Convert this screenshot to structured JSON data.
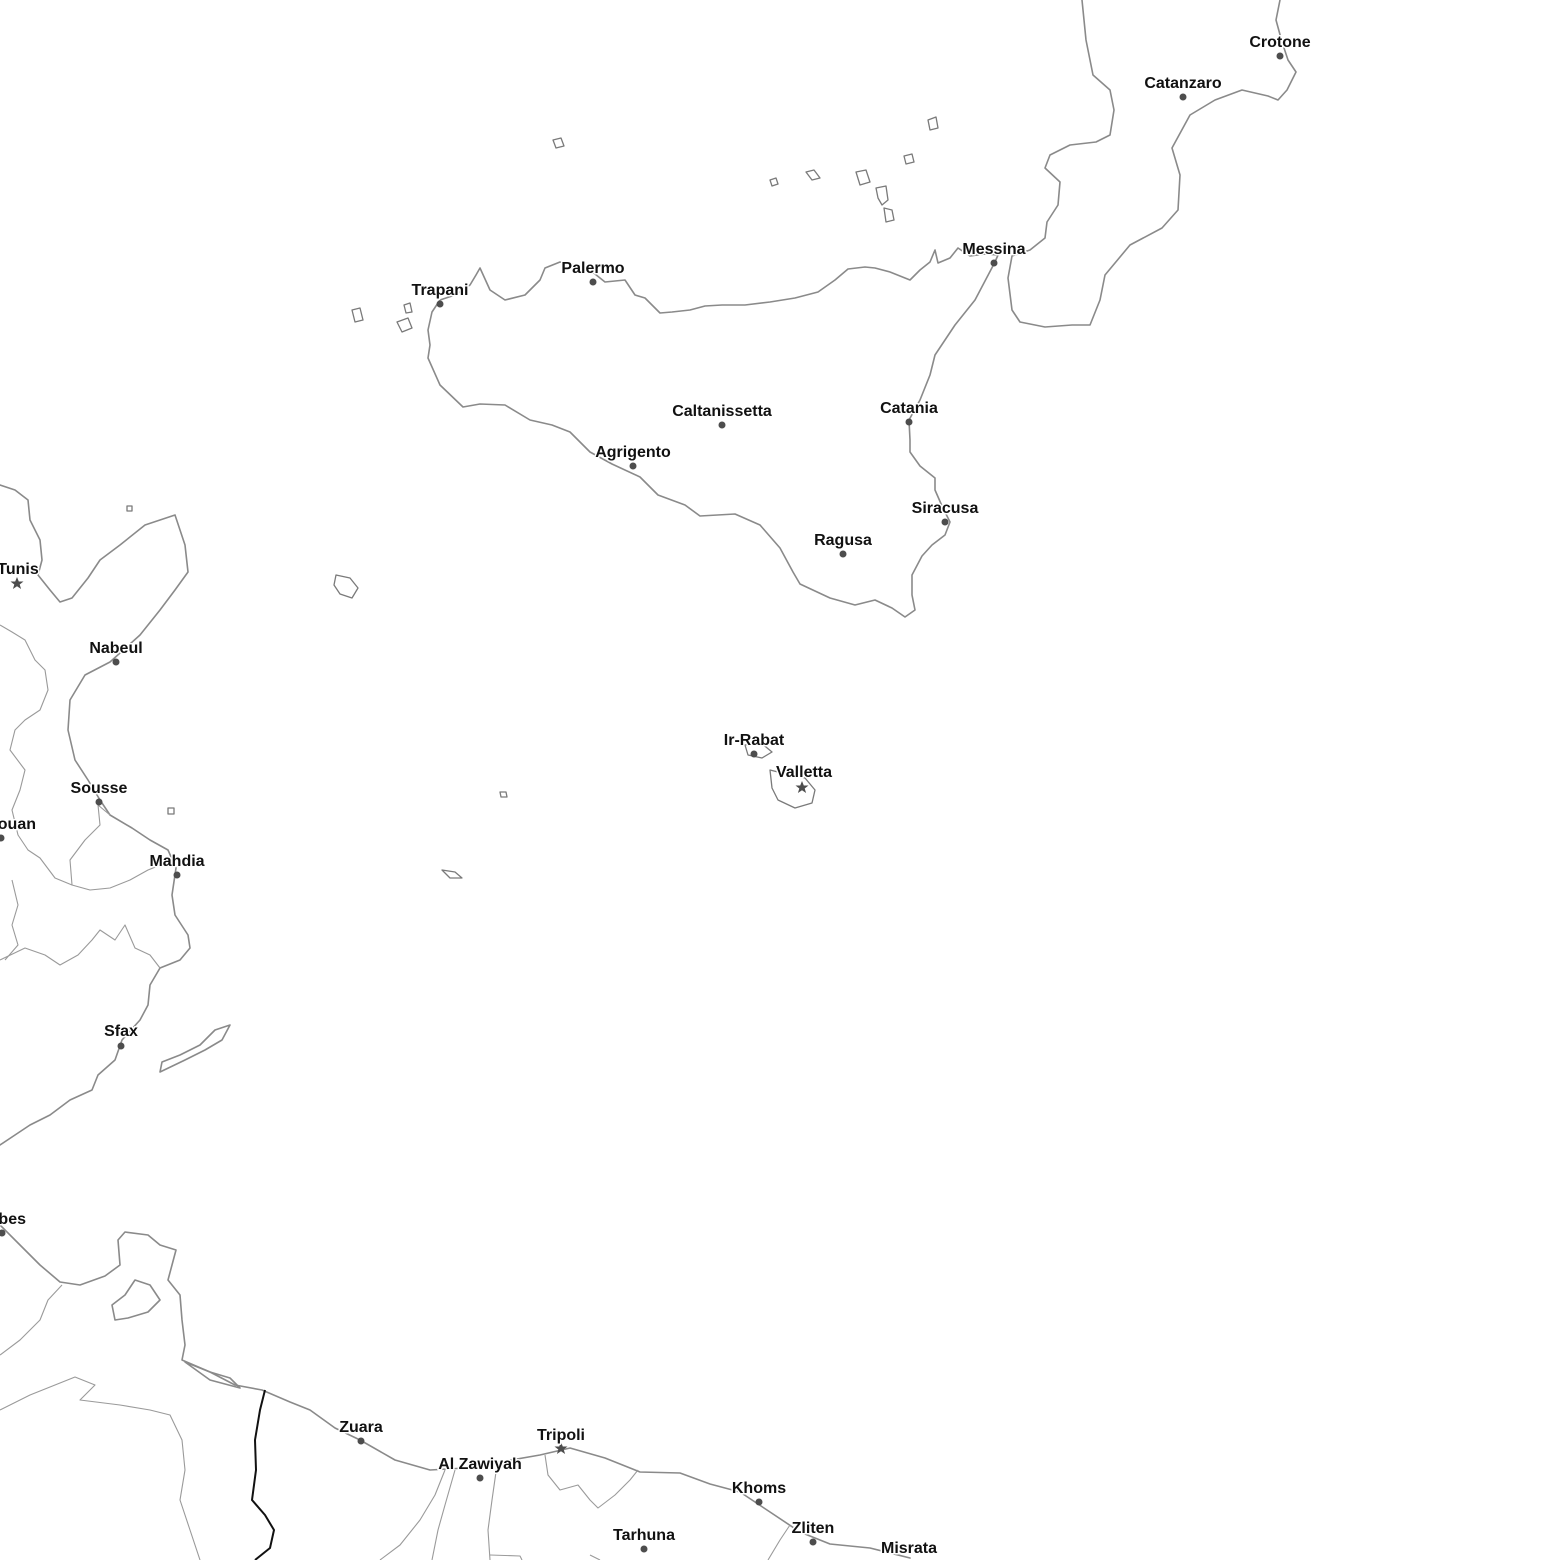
{
  "map": {
    "cities": [
      {
        "id": "crotone",
        "name": "Crotone",
        "marker": "dot"
      },
      {
        "id": "catanzaro",
        "name": "Catanzaro",
        "marker": "dot"
      },
      {
        "id": "messina",
        "name": "Messina",
        "marker": "dot"
      },
      {
        "id": "palermo",
        "name": "Palermo",
        "marker": "dot"
      },
      {
        "id": "trapani",
        "name": "Trapani",
        "marker": "dot"
      },
      {
        "id": "caltanissetta",
        "name": "Caltanissetta",
        "marker": "dot"
      },
      {
        "id": "catania",
        "name": "Catania",
        "marker": "dot"
      },
      {
        "id": "agrigento",
        "name": "Agrigento",
        "marker": "dot"
      },
      {
        "id": "siracusa",
        "name": "Siracusa",
        "marker": "dot"
      },
      {
        "id": "ragusa",
        "name": "Ragusa",
        "marker": "dot"
      },
      {
        "id": "ir-rabat",
        "name": "Ir-Rabat",
        "marker": "dot"
      },
      {
        "id": "valletta",
        "name": "Valletta",
        "marker": "star"
      },
      {
        "id": "tunis",
        "name": "Tunis",
        "marker": "star"
      },
      {
        "id": "nabeul",
        "name": "Nabeul",
        "marker": "dot"
      },
      {
        "id": "sousse",
        "name": "Sousse",
        "marker": "dot"
      },
      {
        "id": "kairouan",
        "name": "ouan",
        "marker": "dot"
      },
      {
        "id": "mahdia",
        "name": "Mahdia",
        "marker": "dot"
      },
      {
        "id": "sfax",
        "name": "Sfax",
        "marker": "dot"
      },
      {
        "id": "gabes",
        "name": "bes",
        "marker": "dot"
      },
      {
        "id": "zuara",
        "name": "Zuara",
        "marker": "dot"
      },
      {
        "id": "tripoli",
        "name": "Tripoli",
        "marker": "star"
      },
      {
        "id": "al-zawiyah",
        "name": "Al Zawiyah",
        "marker": "dot"
      },
      {
        "id": "khoms",
        "name": "Khoms",
        "marker": "dot"
      },
      {
        "id": "tarhuna",
        "name": "Tarhuna",
        "marker": "dot"
      },
      {
        "id": "zliten",
        "name": "Zliten",
        "marker": "dot"
      },
      {
        "id": "misrata",
        "name": "Misrata",
        "marker": "dot"
      }
    ]
  }
}
